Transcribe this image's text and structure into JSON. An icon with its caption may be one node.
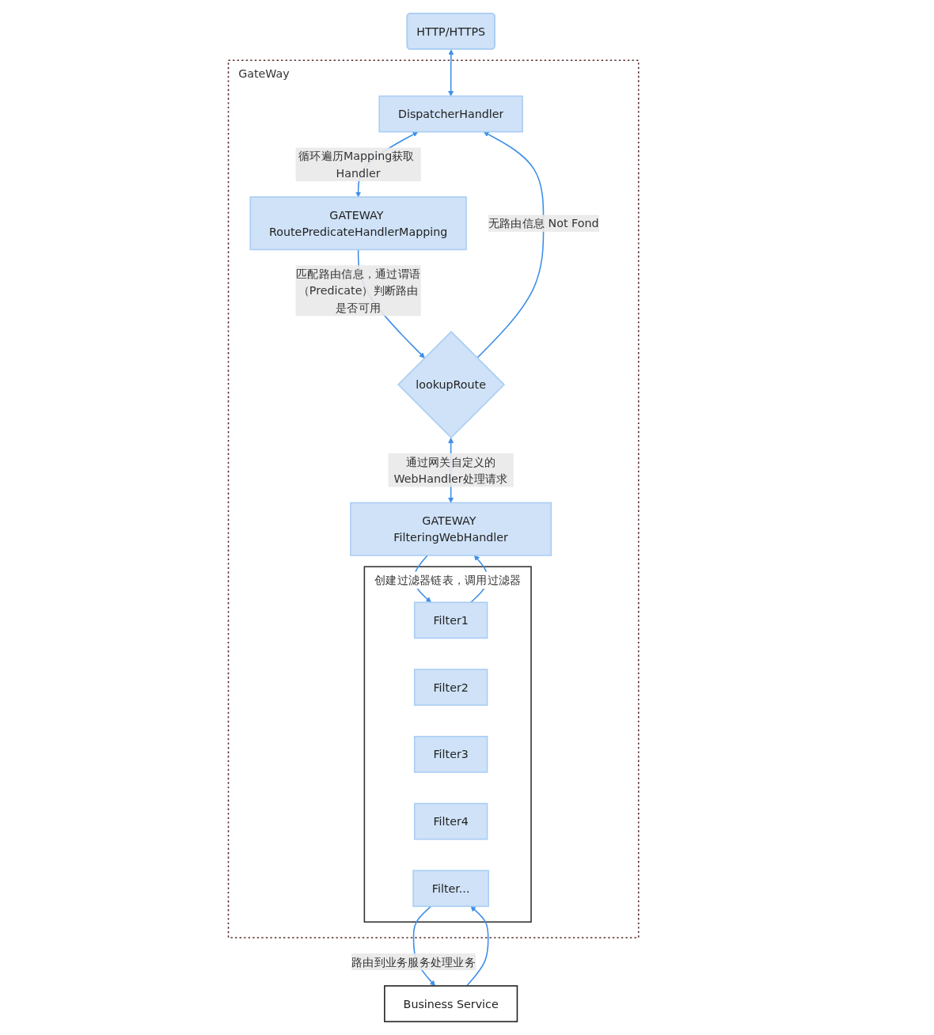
{
  "diagram": {
    "nodes": [
      {
        "text": [
          "HTTP/HTTPS"
        ]
      },
      {
        "text": [
          "GateWay"
        ]
      },
      {
        "text": [
          "DispatcherHandler"
        ],
        "in": 1
      },
      {
        "text": [
          "GATEWAY RoutePredicateHandlerMapping"
        ],
        "in": 1
      },
      {
        "text": [
          "lookupRoute"
        ],
        "in": 1
      },
      {
        "text": [
          "GATEWAY FilteringWebHandler"
        ],
        "in": 1
      },
      {
        "text": [
          "创建过滤器链表，调用过滤器"
        ],
        "in": 1
      },
      {
        "text": [
          "Filter1"
        ],
        "in": 6
      },
      {
        "text": [
          "Filter2"
        ],
        "in": 6
      },
      {
        "text": [
          "Filter3"
        ],
        "in": 6
      },
      {
        "text": [
          "Filter4"
        ],
        "in": 6
      },
      {
        "text": [
          "Filter..."
        ],
        "in": 6
      },
      {
        "text": [
          "Business Service"
        ]
      }
    ],
    "edges": [
      {
        "from": 0,
        "to": 2,
        "arrow": "both"
      },
      {
        "from": 2,
        "to": 3,
        "arrow": "both",
        "label": "循环遍历Mapping获取 Handler"
      },
      {
        "from": 3,
        "to": 4,
        "arrow": "to",
        "label": "匹配路由信息，通过谓语（Predicate）判断路由是否可用"
      },
      {
        "from": 4,
        "to": 2,
        "arrow": "to",
        "label": "无路由信息 Not Fond"
      },
      {
        "from": 4,
        "to": 5,
        "arrow": "both",
        "label": "通过网关自定义的WebHandler处理请求"
      },
      {
        "from": 5,
        "to": 7,
        "arrow": "to"
      },
      {
        "from": 7,
        "to": 5,
        "arrow": "to"
      },
      {
        "from": 11,
        "to": 12,
        "arrow": "to",
        "label": "路由到业务服务处理业务"
      },
      {
        "from": 12,
        "to": 11,
        "arrow": "to"
      }
    ]
  }
}
